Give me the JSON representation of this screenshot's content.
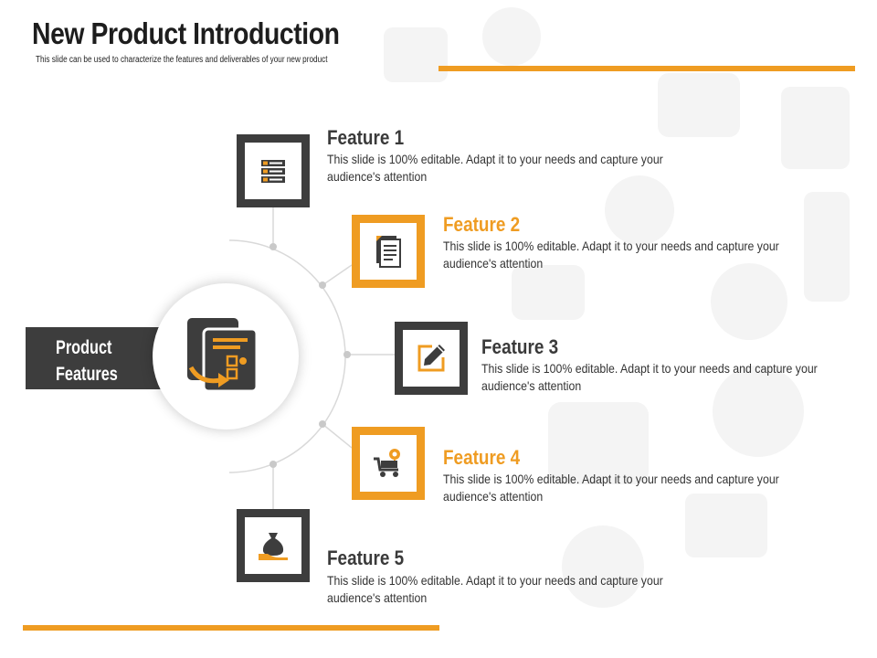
{
  "header": {
    "title": "New Product Introduction",
    "subtitle": "This slide can be used to characterize the features and deliverables of your new product"
  },
  "hub": {
    "label_line1": "Product",
    "label_line2": "Features",
    "icon": "documents-transfer-icon"
  },
  "features": [
    {
      "title": "Feature 1",
      "description": "This slide is 100% editable. Adapt it to your needs and capture your audience's attention",
      "icon": "checklist-icon",
      "style": "dark"
    },
    {
      "title": "Feature 2",
      "description": "This slide is 100% editable. Adapt it to your needs and capture your audience's attention",
      "icon": "document-icon",
      "style": "orange"
    },
    {
      "title": "Feature 3",
      "description": "This slide is 100% editable. Adapt it to your needs and capture your audience's attention",
      "icon": "edit-pencil-icon",
      "style": "dark"
    },
    {
      "title": "Feature 4",
      "description": "This slide is 100% editable. Adapt it to your needs and capture your audience's attention",
      "icon": "delivery-cart-icon",
      "style": "orange"
    },
    {
      "title": "Feature 5",
      "description": "This slide is 100% editable. Adapt it to your needs and capture your audience's attention",
      "icon": "money-bag-hand-icon",
      "style": "dark"
    }
  ],
  "colors": {
    "accent": "#ef9c22",
    "dark": "#3d3d3d"
  }
}
